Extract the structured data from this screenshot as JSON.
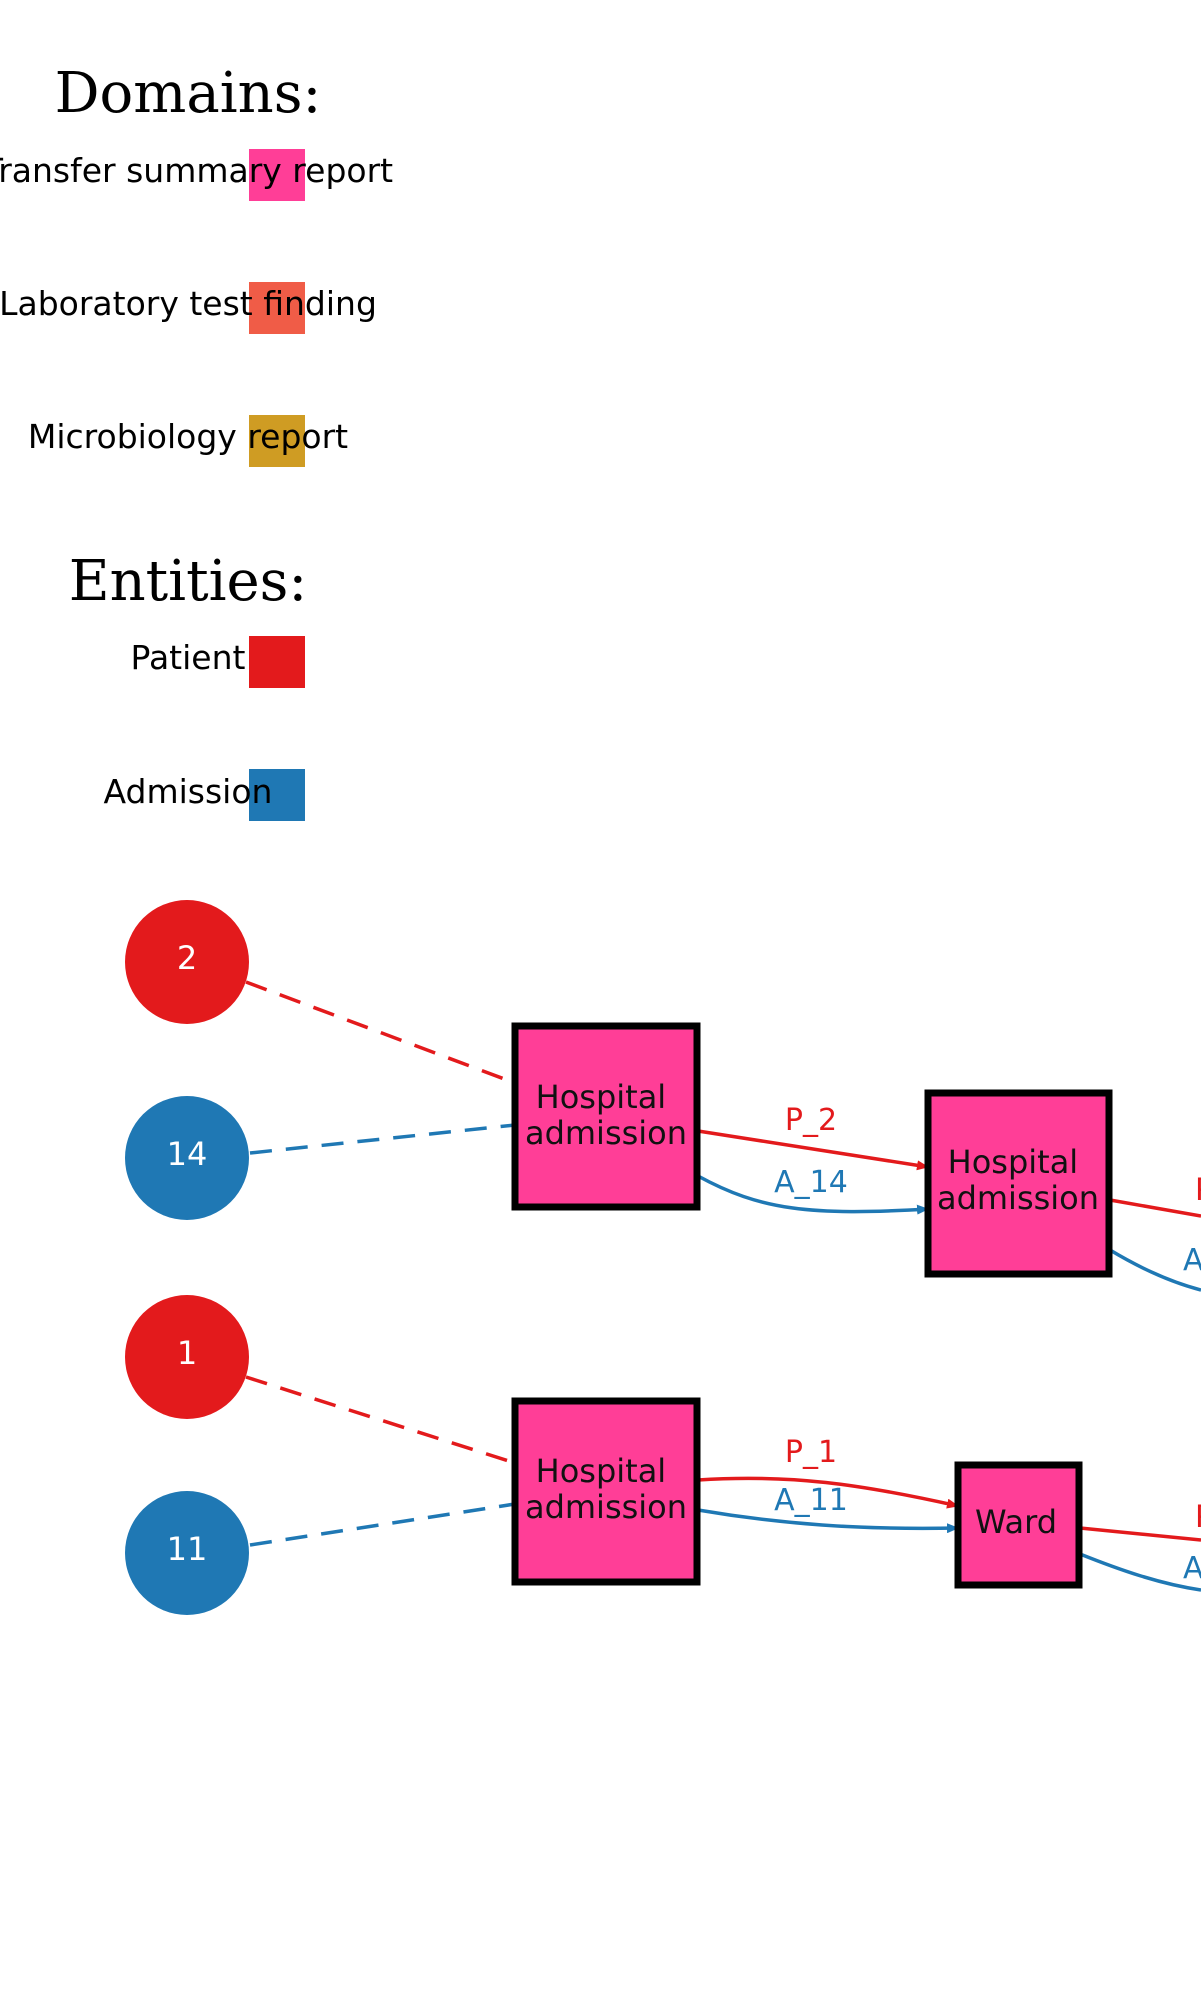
{
  "legend": {
    "domains_title": "Domains:",
    "domains": [
      {
        "label": "Transfer summary report",
        "color": "#ff3e97"
      },
      {
        "label": "Laboratory test finding",
        "color": "#f05c47"
      },
      {
        "label": "Microbiology report",
        "color": "#cf9c23"
      }
    ],
    "entities_title": "Entities:",
    "entities": [
      {
        "label": "Patient",
        "color": "#e31a1c"
      },
      {
        "label": "Admission",
        "color": "#1f78b4"
      }
    ]
  },
  "nodes": {
    "patient_2": "2",
    "admission_14": "14",
    "patient_1": "1",
    "admission_11": "11",
    "event_a1": "Hospital admission",
    "event_a2": "Hospital admission",
    "event_b1": "Hospital admission",
    "event_b2": "Ward"
  },
  "edges": {
    "p2": "P_2",
    "a14": "A_14",
    "p1": "P_1",
    "a11": "A_11",
    "p2_cut": "P",
    "a14_cut": "A",
    "p1_cut": "P",
    "a11_cut": "A"
  },
  "colors": {
    "patient": "#e31a1c",
    "admission": "#1f78b4",
    "event_fill": "#ff3e97",
    "event_stroke": "#000000"
  }
}
